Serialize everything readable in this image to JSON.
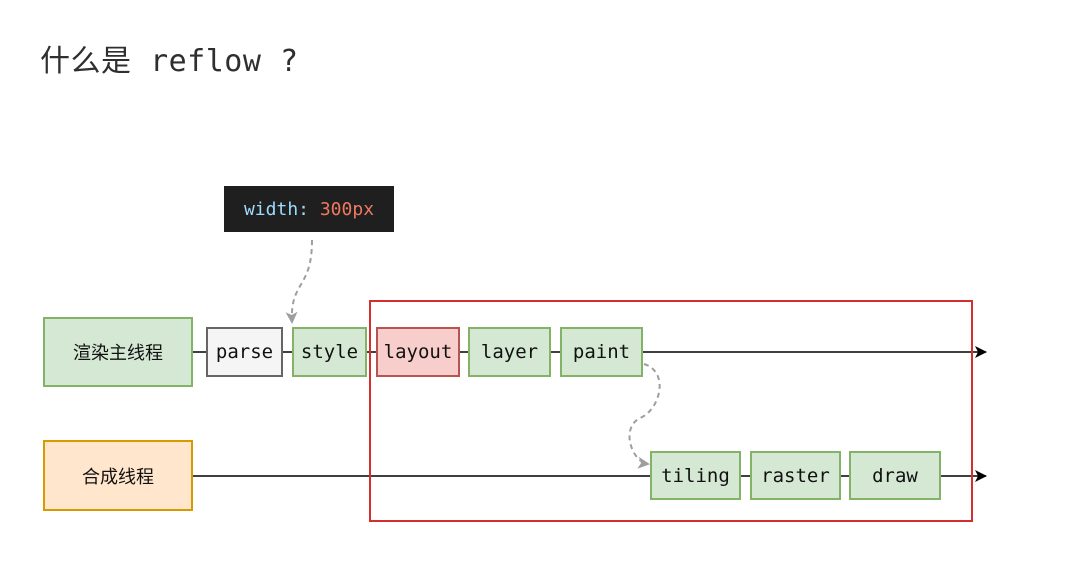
{
  "title": {
    "prefix": "什么是",
    "keyword": "reflow",
    "suffix": "?"
  },
  "code_snippet": {
    "property": "width:",
    "value": "300px"
  },
  "lanes": {
    "main_thread": "渲染主线程",
    "compositor_thread": "合成线程"
  },
  "main_steps": [
    "parse",
    "style",
    "layout",
    "layer",
    "paint"
  ],
  "compositor_steps": [
    "tiling",
    "raster",
    "draw"
  ],
  "colors": {
    "green_fill": "#d5e8d4",
    "green_stroke": "#82b366",
    "gray_fill": "#f5f5f5",
    "gray_stroke": "#666666",
    "red_fill": "#f8cecc",
    "red_stroke": "#b85450",
    "orange_fill": "#ffe6cc",
    "orange_stroke": "#d79b00",
    "highlight_frame": "#d32f2f",
    "code_bg": "#1f1f1f"
  }
}
